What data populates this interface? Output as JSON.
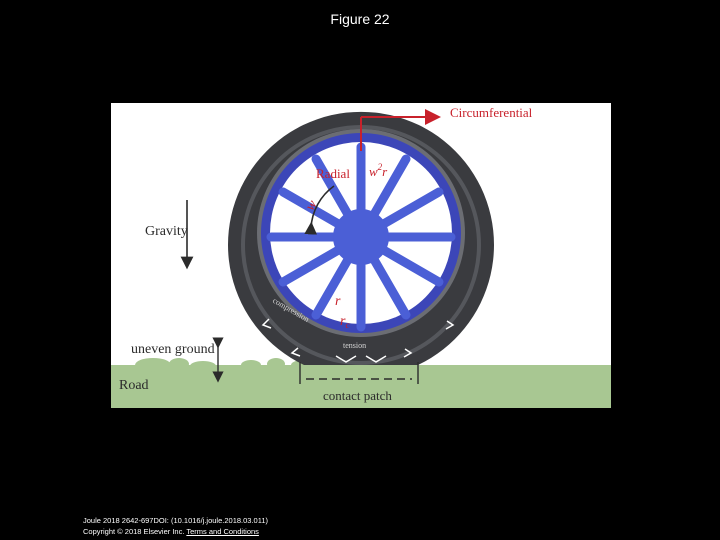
{
  "slide": {
    "title": "Figure 22"
  },
  "diagram": {
    "labels": {
      "circumferential": "Circumferential",
      "radial": "Radial",
      "gravity": "Gravity",
      "uneven_ground": "uneven ground",
      "road": "Road",
      "contact_patch": "contact patch",
      "compression": "compression",
      "tension": "tension",
      "w": "w",
      "w2r_base": "w",
      "w2r_exp": "2",
      "w2r_r": "r",
      "r": "r",
      "rc_base": "r",
      "rc_sub": "c"
    },
    "colors": {
      "background": "#ffffff",
      "road": "#a8c792",
      "rim": "#3c46b8",
      "spoke": "#4b5fd6",
      "tire": "#3a3b3f",
      "annotation": "#c8212b",
      "ink": "#2b2b2b"
    }
  },
  "footer": {
    "citation": "Joule 2018 2642-697DOI: (10.1016/j.joule.2018.03.011)",
    "copyright": "Copyright © 2018 Elsevier Inc.",
    "link": "Terms and Conditions"
  }
}
